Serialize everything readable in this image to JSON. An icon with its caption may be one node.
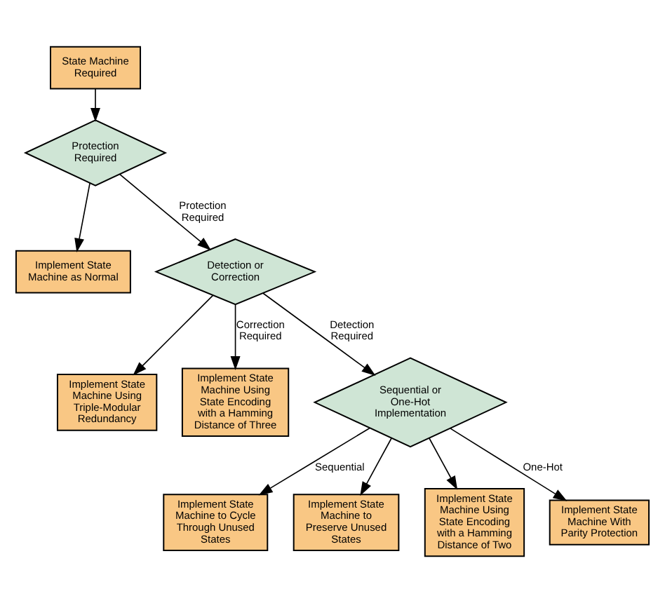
{
  "diagram": {
    "nodes": [
      {
        "text": [
          "State Machine Required"
        ]
      },
      {
        "text": [
          "Protection Required"
        ]
      },
      {
        "text": [
          "Implement State Machine as Normal"
        ]
      },
      {
        "text": [
          "Detection or Correction"
        ]
      },
      {
        "text": [
          "Implement State Machine Using Triple-Modular Redundancy"
        ]
      },
      {
        "text": [
          "Implement State Machine Using State Encoding with a Hamming Distance of Three"
        ]
      },
      {
        "text": [
          "Sequential or One-Hot Implementation"
        ]
      },
      {
        "text": [
          "Implement State Machine to Cycle Through Unused States"
        ]
      },
      {
        "text": [
          "Implement State Machine to Preserve Unused States"
        ]
      },
      {
        "text": [
          "Implement State Machine Using State Encoding with a Hamming Distance of Two"
        ]
      },
      {
        "text": [
          "Implement State Machine With Parity Protection"
        ]
      }
    ],
    "edges": [
      {
        "from": 0,
        "to": 1,
        "arrow": "to"
      },
      {
        "from": 1,
        "to": 2,
        "arrow": "to"
      },
      {
        "from": 1,
        "to": 3,
        "arrow": "to",
        "label": "Protection Required"
      },
      {
        "from": 3,
        "to": 4,
        "arrow": "to"
      },
      {
        "from": 3,
        "to": 5,
        "arrow": "to",
        "label": "Correction Required"
      },
      {
        "from": 3,
        "to": 6,
        "arrow": "to",
        "label": "Detection Required"
      },
      {
        "from": 6,
        "to": 7,
        "arrow": "to",
        "label": "Sequential"
      },
      {
        "from": 6,
        "to": 8,
        "arrow": "to"
      },
      {
        "from": 6,
        "to": 9,
        "arrow": "to"
      },
      {
        "from": 6,
        "to": 10,
        "arrow": "to",
        "label": "One-Hot"
      }
    ]
  }
}
